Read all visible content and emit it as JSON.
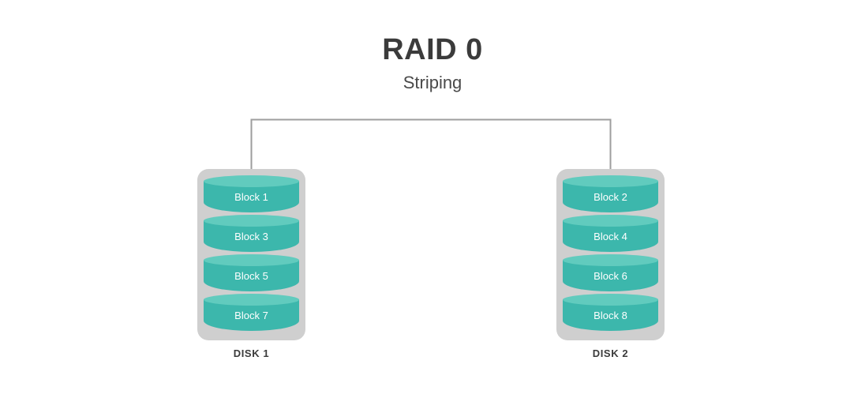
{
  "diagram": {
    "title": "RAID 0",
    "subtitle": "Striping",
    "background_color": "#ffffff",
    "title_color": "#3b3b3b",
    "connector_color": "#9e9e9e",
    "disk_case_color": "#cfcfcf",
    "block_color": "#3cb7ac",
    "block_top_color": "#61cbbe",
    "block_label_color": "#ffffff",
    "disks": [
      {
        "name": "DISK 1",
        "blocks": [
          {
            "label": "Block 1"
          },
          {
            "label": "Block 3"
          },
          {
            "label": "Block 5"
          },
          {
            "label": "Block 7"
          }
        ]
      },
      {
        "name": "DISK 2",
        "blocks": [
          {
            "label": "Block 2"
          },
          {
            "label": "Block 4"
          },
          {
            "label": "Block 6"
          },
          {
            "label": "Block 8"
          }
        ]
      }
    ]
  }
}
